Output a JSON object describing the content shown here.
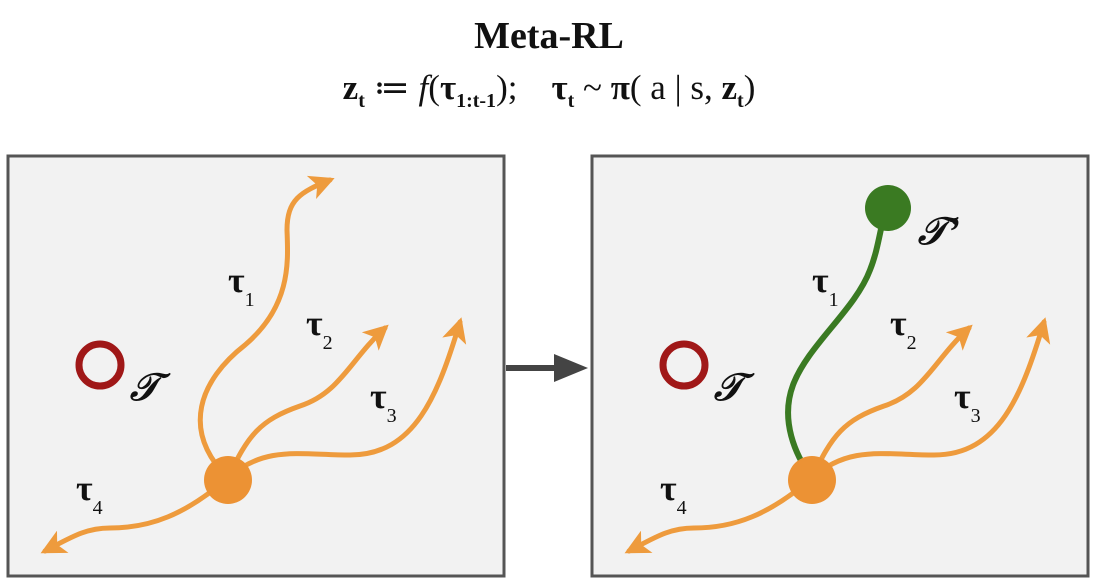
{
  "title": "Meta-RL",
  "formula": {
    "z": "z",
    "t_sub": "t",
    "assign": " ≔ ",
    "f": "f",
    "paren_open": "(",
    "tau": "τ",
    "range_sub": "1:t-1",
    "paren_close_semicolon": ");",
    "tilde": " ~ ",
    "pi": "π",
    "args_open": "( a | s, ",
    "args_close": ")"
  },
  "left_panel": {
    "task_label": "𝒯",
    "trajectory_labels": [
      {
        "tau": "τ",
        "sub": "1"
      },
      {
        "tau": "τ",
        "sub": "2"
      },
      {
        "tau": "τ",
        "sub": "3"
      },
      {
        "tau": "τ",
        "sub": "4"
      }
    ]
  },
  "right_panel": {
    "task_label": "𝒯",
    "new_task_label": "𝒯’",
    "trajectory_labels": [
      {
        "tau": "τ",
        "sub": "1"
      },
      {
        "tau": "τ",
        "sub": "2"
      },
      {
        "tau": "τ",
        "sub": "3"
      },
      {
        "tau": "τ",
        "sub": "4"
      }
    ]
  },
  "colors": {
    "trajectory": "#ee9b3d",
    "start_node": "#ec9234",
    "task_circle": "#a01818",
    "new_task": "#3a7a22",
    "panel_bg": "#f2f2f2",
    "panel_border": "#555555",
    "arrow": "#444444"
  }
}
